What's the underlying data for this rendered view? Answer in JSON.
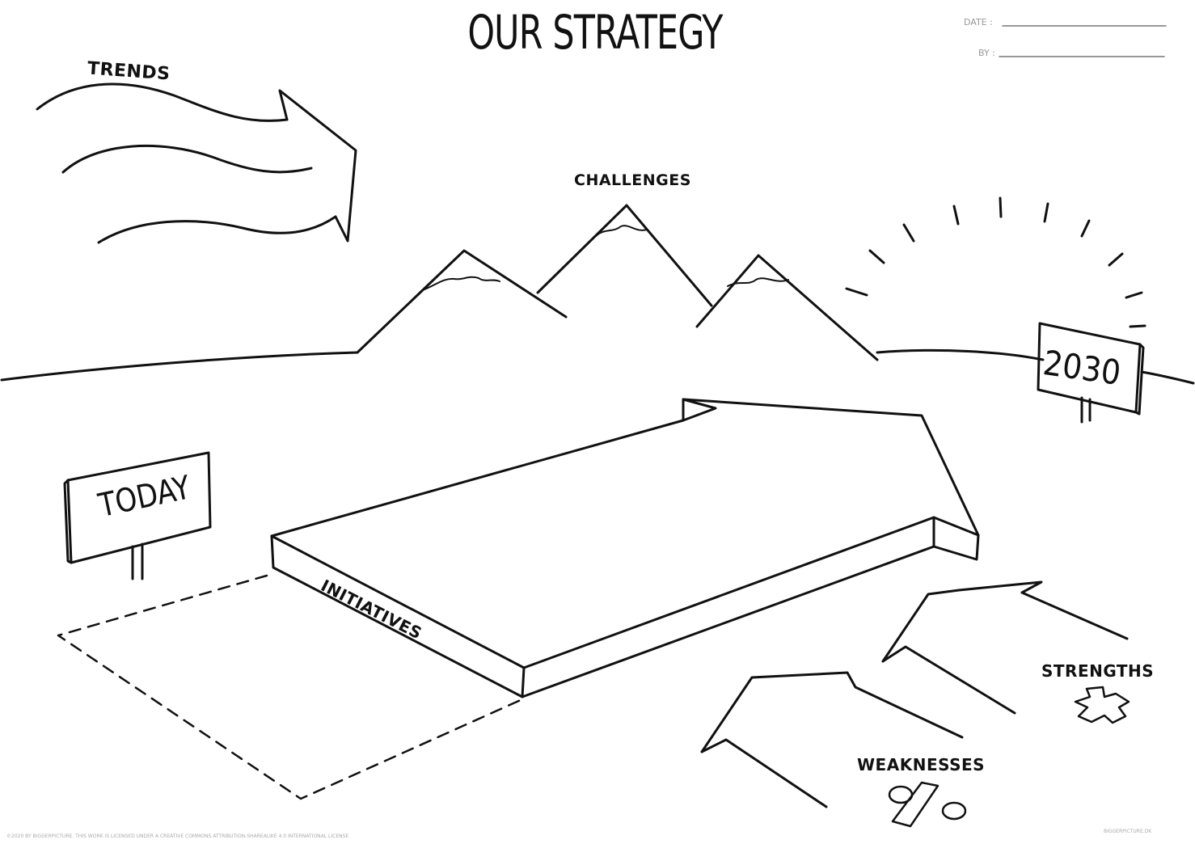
{
  "title": "OUR STRATEGY",
  "fields": {
    "date_label": "DATE :",
    "by_label": "BY :"
  },
  "labels": {
    "trends": "TRENDS",
    "challenges": "CHALLENGES",
    "today": "TODAY",
    "year": "2030",
    "initiatives": "INITIATIVES",
    "strengths": "STRENGTHS",
    "weaknesses": "WEAKNESSES"
  },
  "footer": {
    "left": "©2020 BY BIGGERPICTURE. THIS WORK IS LICENSED UNDER A CREATIVE COMMONS ATTRIBUTION-SHAREALIKE 4.0 INTERNATIONAL LICENSE",
    "right": "BIGGERPICTURE.DK"
  },
  "colors": {
    "ink": "#111111",
    "background": "#ffffff",
    "faint": "#999999"
  }
}
